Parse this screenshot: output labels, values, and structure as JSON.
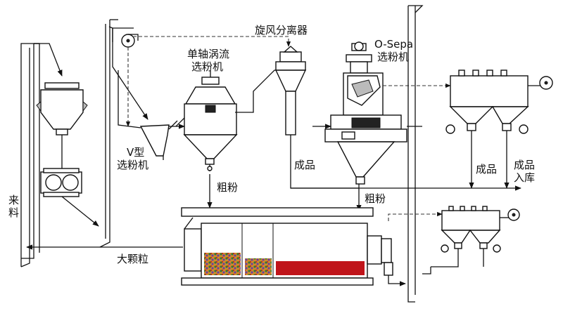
{
  "labels": {
    "cyclone": "旋风分离器",
    "osepa_l1": "O-Sepa",
    "osepa_l2": "选粉机",
    "single_shaft_l1": "单轴涡流",
    "single_shaft_l2": "选粉机",
    "v_sep_l1": "V型",
    "v_sep_l2": "选粉机",
    "product1": "成品",
    "product2": "成品",
    "product_store_l1": "成品",
    "product_store_l2": "入库",
    "coarse1": "粗粉",
    "coarse2": "粗粉",
    "feed_l1": "来",
    "feed_l2": "料",
    "large_particles": "大颗粒"
  },
  "colors": {
    "line": "#111111",
    "clinker_red": "#c0141a",
    "mix1": "#2f7a3a",
    "mix2": "#d08a2a",
    "mix3": "#6a3fa0"
  }
}
